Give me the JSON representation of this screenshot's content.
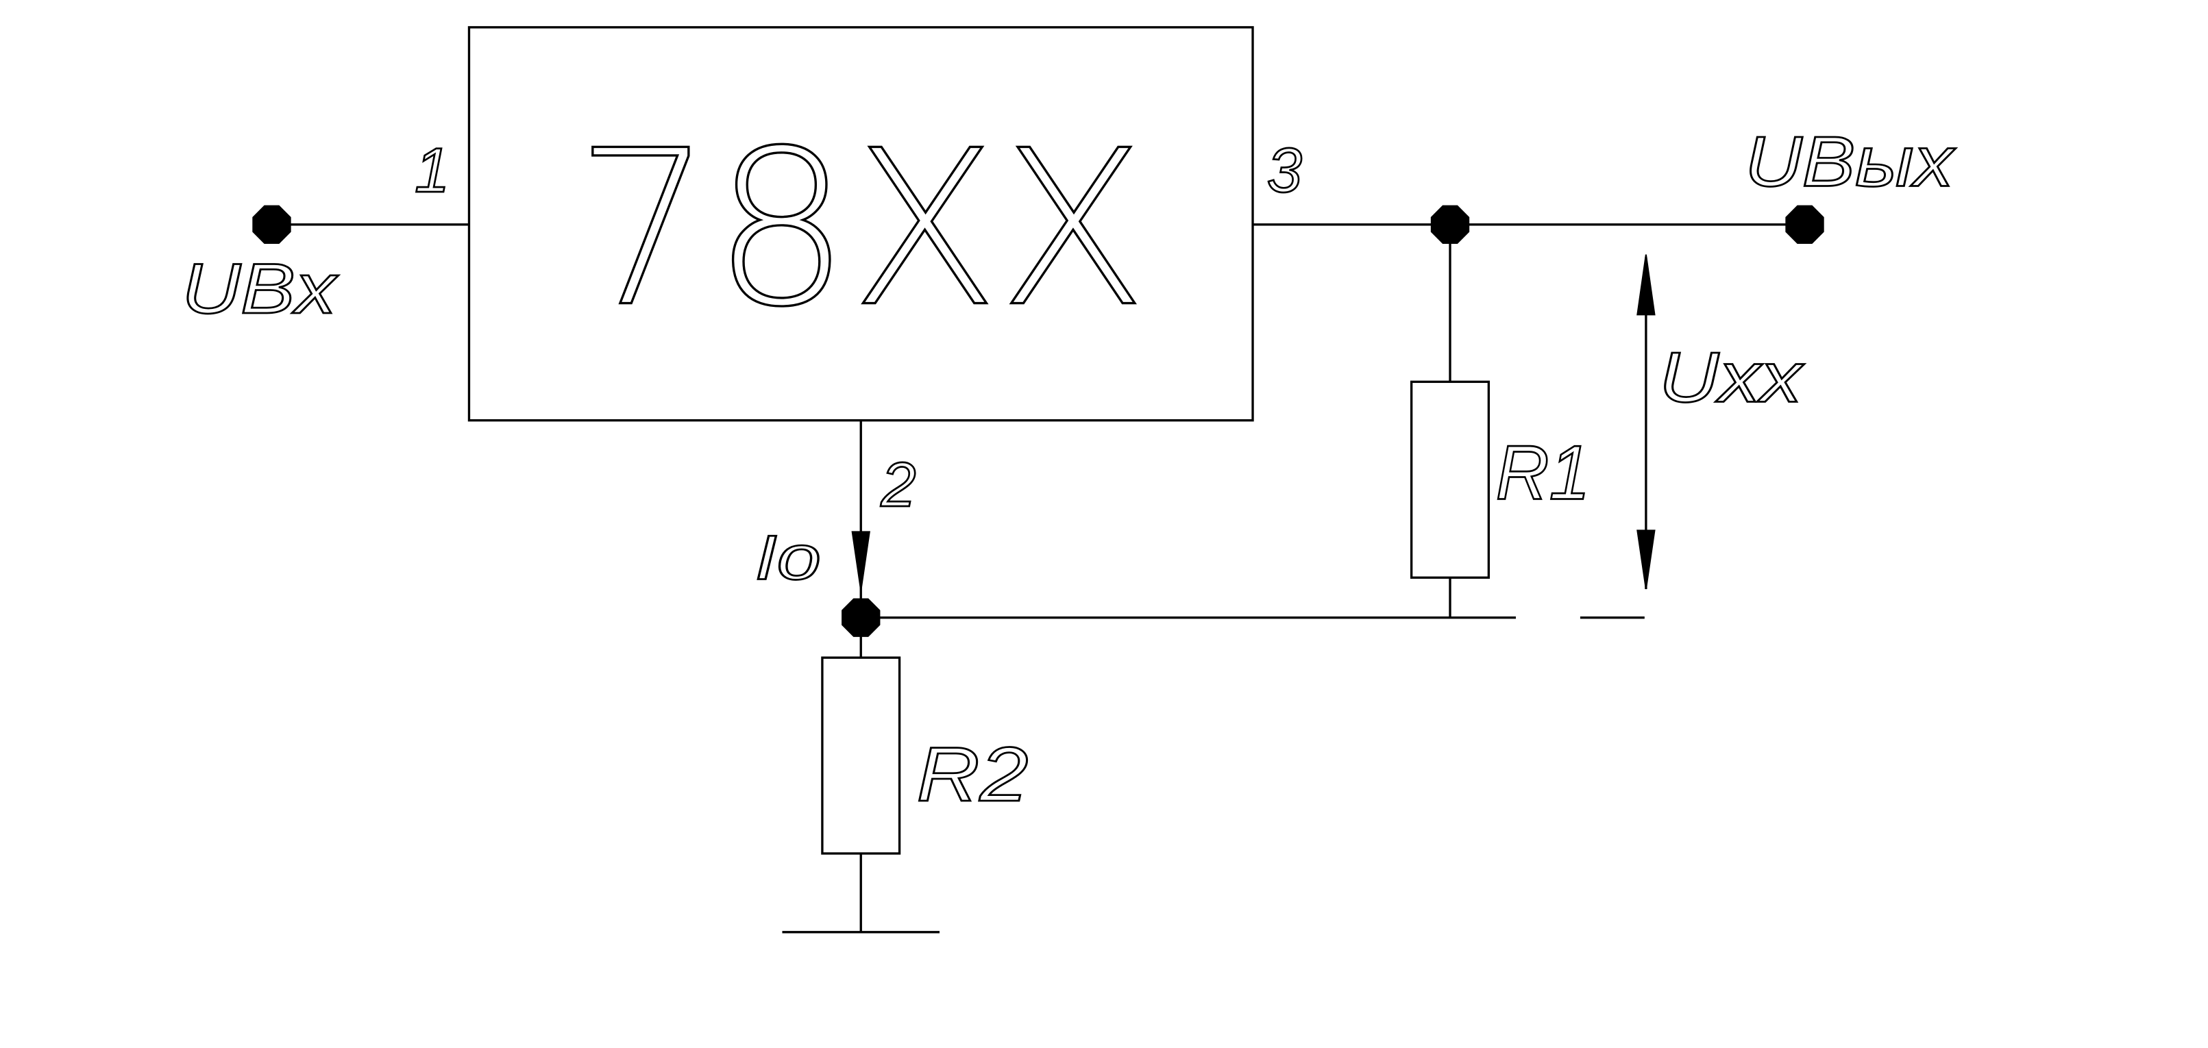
{
  "chip": {
    "label": "78XX",
    "pin_in": "1",
    "pin_gnd": "2",
    "pin_out": "3"
  },
  "labels": {
    "input": "UBx",
    "output": "UBыx",
    "open_circuit_voltage": "Uxx",
    "current": "Io",
    "r1": "R1",
    "r2": "R2"
  }
}
